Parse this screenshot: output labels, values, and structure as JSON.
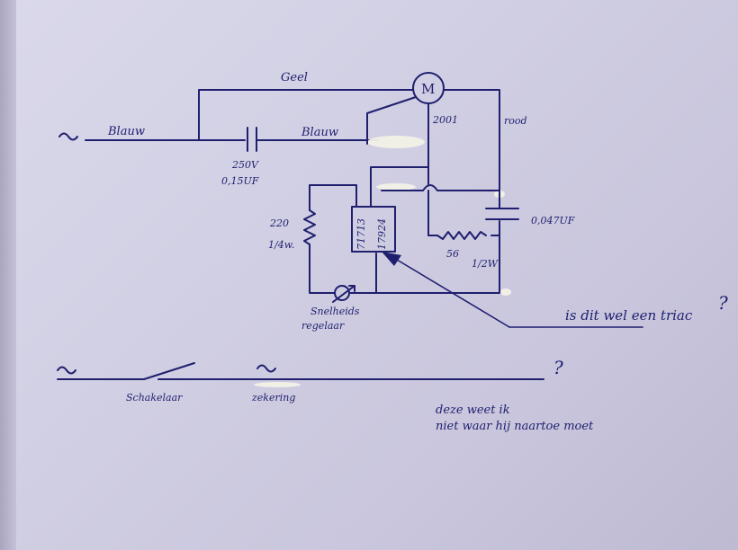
{
  "diagram": {
    "motor": "M",
    "wire_geel": "Geel",
    "wire_blauw_left": "Blauw",
    "wire_blauw_right": "Blauw",
    "tap_2001": "2001",
    "wire_rood": "rood",
    "capacitor_voltage": "250V",
    "capacitor_value": "0,15UF",
    "resistor_220": "220",
    "resistor_220_power": "1/4w.",
    "chip_line1": "71713",
    "chip_line2": "17924",
    "capacitor2_value": "0,047UF",
    "resistor_56": "56",
    "resistor_56_power": "1/2W",
    "speed_line1": "Snelheids",
    "speed_line2": "regelaar",
    "triac_question": "is dit wel een triac",
    "question_mark_1": "?",
    "switch_label": "Schakelaar",
    "zekering_label": "zekering",
    "question_mark_2": "?",
    "note_line1": "deze weet ik",
    "note_line2": "niet waar hij naartoe moet",
    "tilde": "~"
  },
  "colors": {
    "ink": "#1f1f6e",
    "paper": "#d2d0e4",
    "putty": "#f2f1e6"
  }
}
